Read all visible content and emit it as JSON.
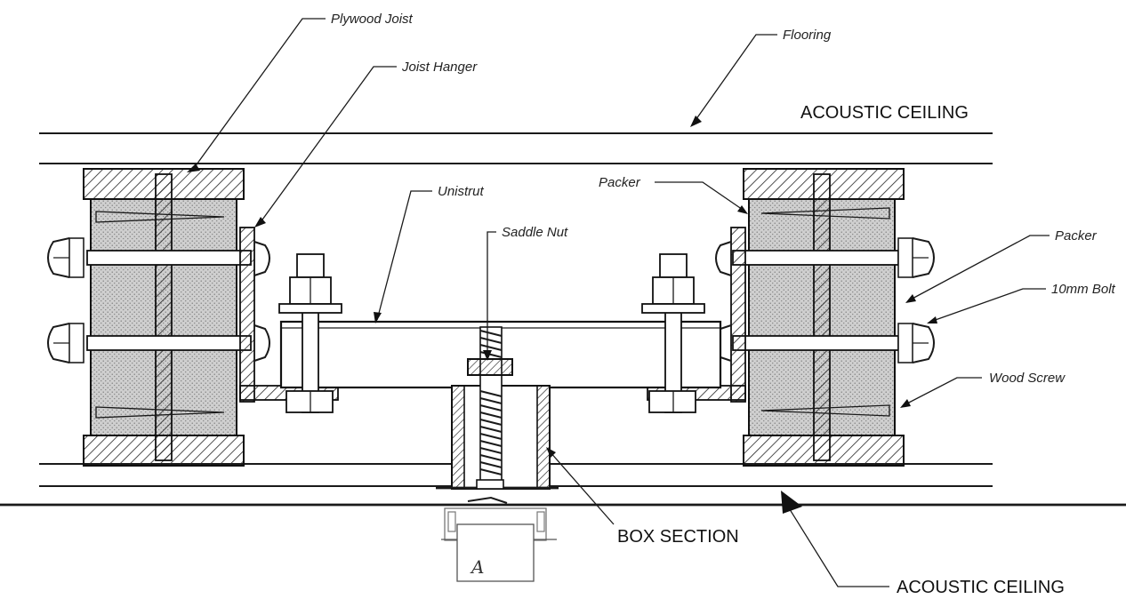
{
  "labels": {
    "plywood_joist": "Plywood Joist",
    "joist_hanger": "Joist Hanger",
    "flooring": "Flooring",
    "acoustic_ceiling_top": "ACOUSTIC CEILING",
    "unistrut": "Unistrut",
    "saddle_nut": "Saddle Nut",
    "packer_top": "Packer",
    "packer_right": "Packer",
    "bolt": "10mm Bolt",
    "wood_screw": "Wood Screw",
    "box_section": "BOX SECTION",
    "acoustic_ceiling_bottom": "ACOUSTIC CEILING",
    "bracket_mark": "A"
  }
}
